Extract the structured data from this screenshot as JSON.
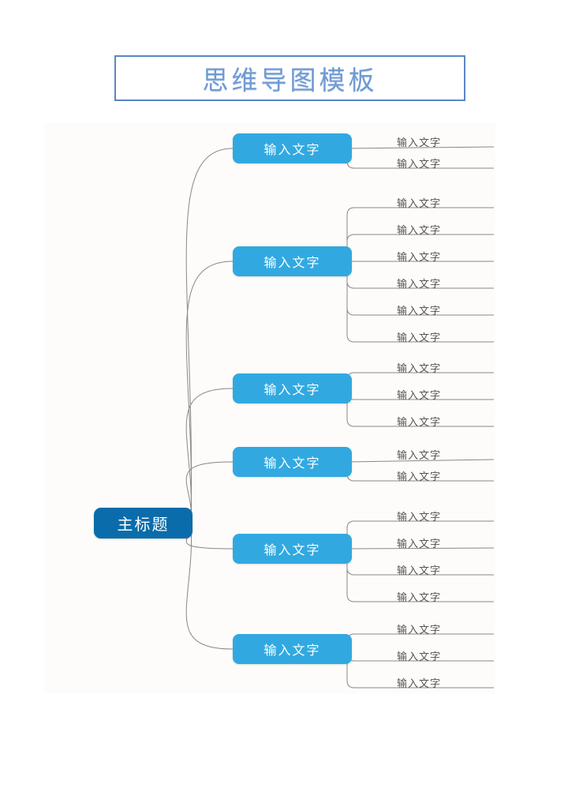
{
  "document": {
    "title": "思维导图模板",
    "title_border_color": "#5b86c5",
    "title_text_color": "#6f9ad4"
  },
  "canvas": {
    "background_color": "#fdfcfa",
    "edge_color": "#8a8787"
  },
  "mindmap": {
    "root": {
      "label": "主标题",
      "color": "#0a6cab"
    },
    "branch_color": "#31a9e0",
    "leaf_text_color": "#555355",
    "branches": [
      {
        "label": "输入文字",
        "leaves": [
          {
            "label": "输入文字"
          },
          {
            "label": "输入文字"
          }
        ]
      },
      {
        "label": "输入文字",
        "leaves": [
          {
            "label": "输入文字"
          },
          {
            "label": "输入文字"
          },
          {
            "label": "输入文字"
          },
          {
            "label": "输入文字"
          },
          {
            "label": "输入文字"
          },
          {
            "label": "输入文字"
          }
        ]
      },
      {
        "label": "输入文字",
        "leaves": [
          {
            "label": "输入文字"
          },
          {
            "label": "输入文字"
          },
          {
            "label": "输入文字"
          }
        ]
      },
      {
        "label": "输入文字",
        "leaves": [
          {
            "label": "输入文字"
          },
          {
            "label": "输入文字"
          }
        ]
      },
      {
        "label": "输入文字",
        "leaves": [
          {
            "label": "输入文字"
          },
          {
            "label": "输入文字"
          },
          {
            "label": "输入文字"
          },
          {
            "label": "输入文字"
          }
        ]
      },
      {
        "label": "输入文字",
        "leaves": [
          {
            "label": "输入文字"
          },
          {
            "label": "输入文字"
          },
          {
            "label": "输入文字"
          }
        ]
      }
    ]
  },
  "layout": {
    "branch_y": [
      188,
      331,
      492,
      585,
      695,
      822
    ],
    "leaf_rows": [
      [
        180,
        207
      ],
      [
        257,
        291,
        325,
        359,
        393,
        427
      ],
      [
        466,
        500,
        534
      ],
      [
        576,
        603
      ],
      [
        654,
        688,
        722,
        756
      ],
      [
        797,
        831,
        865
      ]
    ]
  }
}
